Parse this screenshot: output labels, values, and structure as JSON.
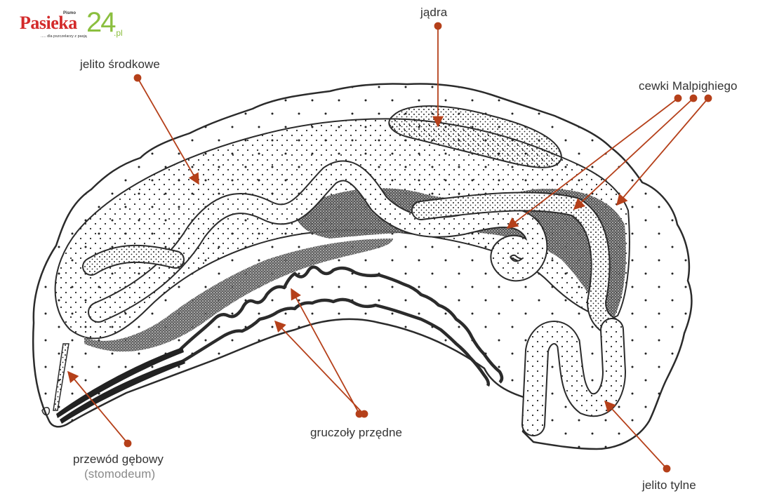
{
  "logo": {
    "pismo": "Pismo",
    "brand": "Pasieka",
    "number": "24",
    "tld": ".pl",
    "tagline": "..... dla pszczelarzy z pasją",
    "colors": {
      "brand": "#d32a2a",
      "number": "#8bbf3f"
    }
  },
  "diagram": {
    "subject": "bee larva internal anatomy",
    "callout_color": "#b5401a",
    "outline_color": "#2b2b2b",
    "labels": {
      "midgut": "jelito środkowe",
      "gonads": "jądra",
      "malpighian": "cewki Malpighiego",
      "stomodeum": "przewód gębowy",
      "stomodeum_sub": "(stomodeum)",
      "silk_glands": "gruczoły przędne",
      "hindgut": "jelito tylne"
    }
  }
}
